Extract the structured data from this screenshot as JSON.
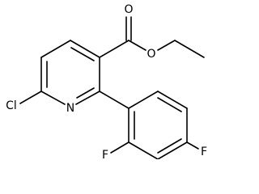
{
  "molecule": {
    "atoms": {
      "chlorine": "Cl",
      "ring_nitrogen": "N",
      "carbonyl_oxygen": "O",
      "ester_oxygen": "O",
      "fluorine_ortho": "F",
      "fluorine_para": "F"
    },
    "colors": {
      "bond": "#000000",
      "label": "#000000",
      "background": "#ffffff"
    }
  }
}
